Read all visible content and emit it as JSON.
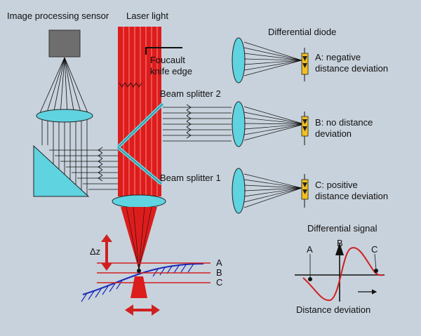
{
  "labels": {
    "sensor": "Image processing sensor",
    "laser": "Laser light",
    "foucault_1": "Foucault",
    "foucault_2": "knife edge",
    "diode_title": "Differential diode",
    "splitter2": "Beam splitter 2",
    "splitter1": "Beam splitter 1",
    "diode_a_1": "A: negative",
    "diode_a_2": "distance deviation",
    "diode_b_1": "B: no distance",
    "diode_b_2": "deviation",
    "diode_c_1": "C: positive",
    "diode_c_2": "distance deviation",
    "signal_title": "Differential signal",
    "signal_a": "A",
    "signal_b": "B",
    "signal_c": "C",
    "signal_axis": "Distance deviation",
    "focus_a": "A",
    "focus_b": "B",
    "focus_c": "C",
    "delta_z": "Δz"
  },
  "colors": {
    "background": "#c8d2dc",
    "laser_red": "#dd1c1c",
    "lens_cyan": "#5fd3e0",
    "diode_yellow": "#f0c020",
    "surface_blue": "#1a28b8",
    "arrow_red": "#d02020",
    "sensor_gray": "#6e6e6e"
  }
}
